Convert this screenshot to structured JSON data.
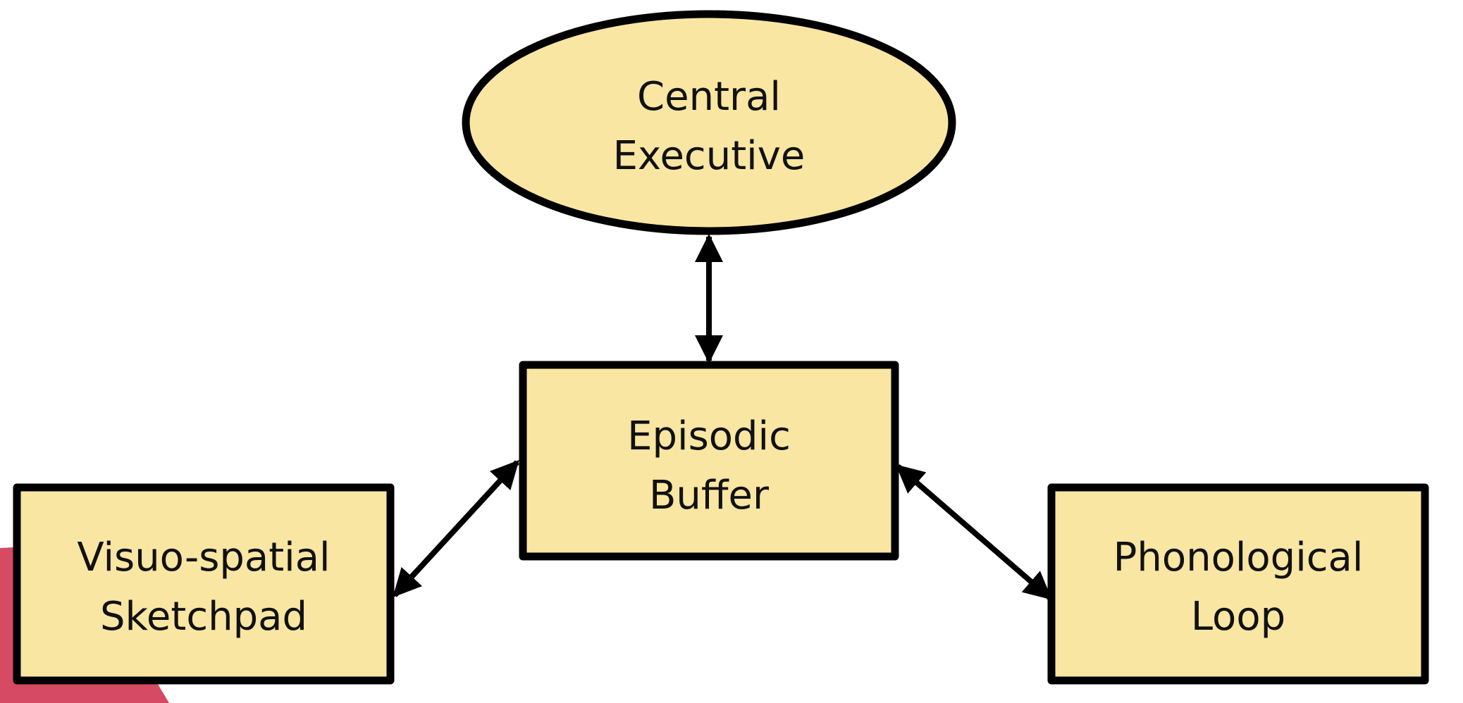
{
  "diagram": {
    "colors": {
      "node_fill": "#f8e6a2",
      "stroke": "#000000",
      "text": "#111111",
      "accent_shape": "#d64a63"
    },
    "nodes": {
      "central_executive": {
        "line1": "Central",
        "line2": "Executive"
      },
      "episodic_buffer": {
        "line1": "Episodic",
        "line2": "Buffer"
      },
      "visuospatial_sketchpad": {
        "line1": "Visuo-spatial",
        "line2": "Sketchpad"
      },
      "phonological_loop": {
        "line1": "Phonological",
        "line2": "Loop"
      }
    },
    "edges": [
      {
        "from": "Central Executive",
        "to": "Episodic Buffer",
        "direction": "bidirectional"
      },
      {
        "from": "Visuo-spatial Sketchpad",
        "to": "Episodic Buffer",
        "direction": "bidirectional"
      },
      {
        "from": "Episodic Buffer",
        "to": "Phonological Loop",
        "direction": "bidirectional"
      }
    ]
  }
}
